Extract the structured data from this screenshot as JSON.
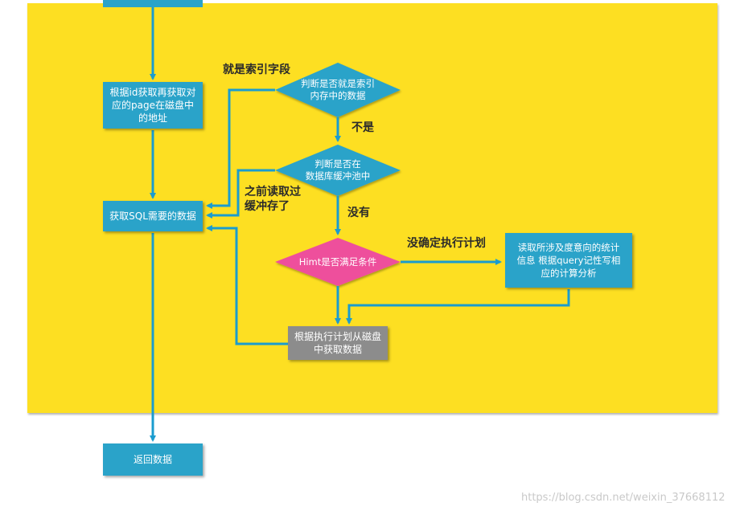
{
  "colors": {
    "background_panel": "#fddf24",
    "box_blue": "#2aa3c9",
    "box_gray": "#8c8c8c",
    "diamond_blue": "#2aa3c9",
    "diamond_pink": "#ee4f9c",
    "arrow": "#1a9ccf"
  },
  "nodes": {
    "get_page": "根据id获取再获取对\n应的page在磁盘中\n的地址",
    "get_data": "获取SQL需要的数据",
    "check_index": "判断是否就是索引\n内存中的数据",
    "check_buffer": "判断是否在\n数据库缓冲池中",
    "check_hint": "Himt是否满足条件",
    "read_stats": "读取所涉及度意向的统计\n信息 根据query记性写相\n应的计算分析",
    "disk_fetch": "根据执行计划从磁盘\n中获取数据",
    "return_data": "返回数据"
  },
  "edge_labels": {
    "is_index": "就是索引字段",
    "not": "不是",
    "cached": "之前读取过\n缓冲存了",
    "none": "没有",
    "no_plan": "没确定执行计划"
  },
  "watermark": "https://blog.csdn.net/weixin_37668112"
}
